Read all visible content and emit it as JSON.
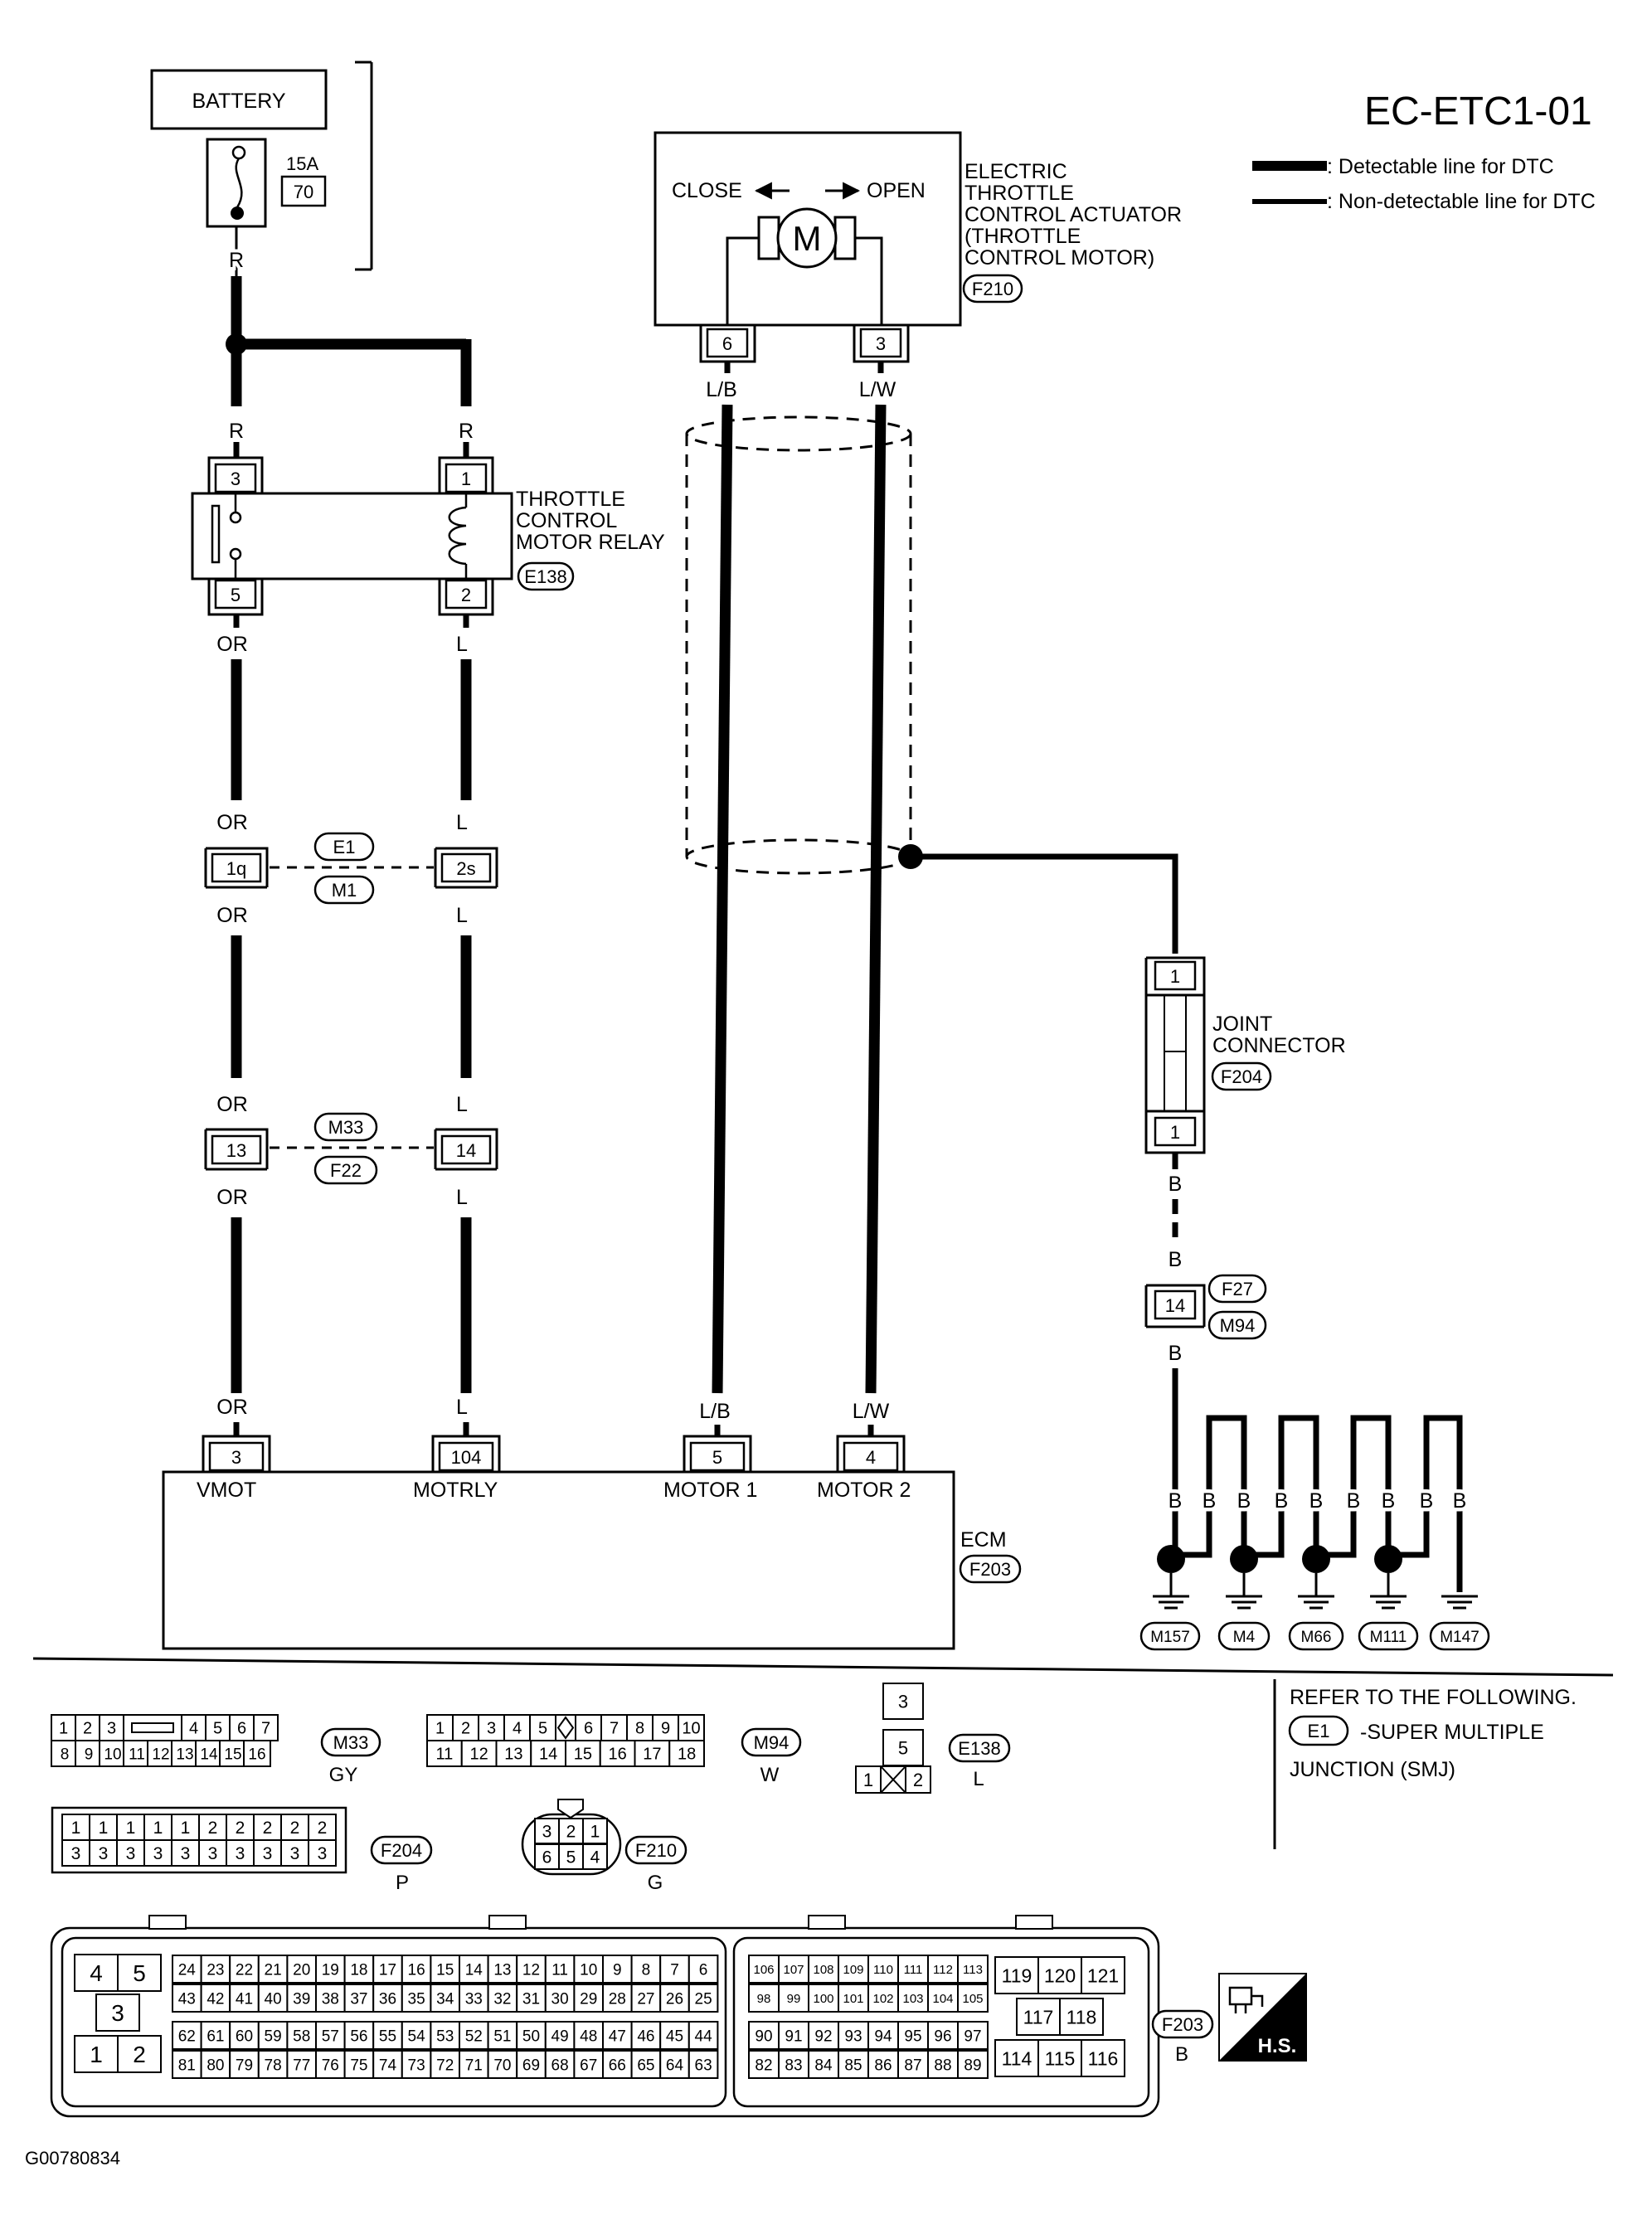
{
  "title": "EC-ETC1-01",
  "legend": {
    "detectable": ": Detectable line for DTC",
    "non_detectable": ": Non-detectable line for DTC"
  },
  "battery": {
    "label": "BATTERY",
    "fuse_rating": "15A",
    "fuse_number": "70"
  },
  "actuator": {
    "close": "CLOSE",
    "open": "OPEN",
    "motor_symbol": "M",
    "name_lines": [
      "ELECTRIC",
      "THROTTLE",
      "CONTROL ACTUATOR",
      "(THROTTLE",
      "CONTROL MOTOR)"
    ],
    "connector": "F210",
    "pins": [
      "6",
      "3"
    ]
  },
  "relay": {
    "name_lines": [
      "THROTTLE",
      "CONTROL",
      "MOTOR RELAY"
    ],
    "connector": "E138",
    "pins": {
      "top_left": "3",
      "top_right": "1",
      "bottom_left": "5",
      "bottom_right": "2"
    }
  },
  "wires": {
    "R": "R",
    "OR": "OR",
    "L": "L",
    "LB": "L/B",
    "LW": "L/W",
    "B": "B"
  },
  "smj1": {
    "top": "E1",
    "bottom": "M1",
    "pin_left": "1q",
    "pin_right": "2s"
  },
  "smj2": {
    "top": "M33",
    "bottom": "F22",
    "pin_left": "13",
    "pin_right": "14"
  },
  "joint": {
    "name_lines": [
      "JOINT",
      "CONNECTOR"
    ],
    "connector": "F204",
    "pin_top": "1",
    "pin_bottom": "1"
  },
  "f27": {
    "top": "F27",
    "bottom": "M94",
    "pin": "14"
  },
  "grounds": [
    "M157",
    "M4",
    "M66",
    "M111",
    "M147"
  ],
  "ecm": {
    "label": "ECM",
    "connector": "F203",
    "terminals": [
      {
        "pin": "3",
        "name": "VMOT"
      },
      {
        "pin": "104",
        "name": "MOTRLY"
      },
      {
        "pin": "5",
        "name": "MOTOR 1"
      },
      {
        "pin": "4",
        "name": "MOTOR 2"
      }
    ]
  },
  "refer": {
    "line1": "REFER TO THE FOLLOWING.",
    "tag": "E1",
    "line2": "-SUPER MULTIPLE",
    "line3": "JUNCTION (SMJ)"
  },
  "connector_views": {
    "m33": {
      "label": "M33",
      "color": "GY",
      "row1": [
        "1",
        "2",
        "3",
        "",
        "4",
        "5",
        "6",
        "7"
      ],
      "row2": [
        "8",
        "9",
        "10",
        "11",
        "12",
        "13",
        "14",
        "15",
        "16"
      ]
    },
    "m94": {
      "label": "M94",
      "color": "W",
      "row1": [
        "1",
        "2",
        "3",
        "4",
        "5",
        "",
        "6",
        "7",
        "8",
        "9",
        "10"
      ],
      "row2": [
        "11",
        "12",
        "13",
        "14",
        "15",
        "16",
        "17",
        "18"
      ]
    },
    "e138": {
      "label": "E138",
      "color": "L",
      "cells": [
        "3",
        "5",
        "1",
        "2"
      ]
    },
    "f204": {
      "label": "F204",
      "color": "P",
      "row1": [
        "1",
        "1",
        "1",
        "1",
        "1",
        "2",
        "2",
        "2",
        "2",
        "2"
      ],
      "row2": [
        "3",
        "3",
        "3",
        "3",
        "3",
        "3",
        "3",
        "3",
        "3",
        "3"
      ]
    },
    "f210": {
      "label": "F210",
      "color": "G",
      "row1": [
        "3",
        "2",
        "1"
      ],
      "row2": [
        "6",
        "5",
        "4"
      ]
    },
    "f203": {
      "label": "F203",
      "color": "B",
      "power_cells": [
        "4",
        "5",
        "3",
        "1",
        "2"
      ],
      "left_rows": [
        [
          "24",
          "23",
          "22",
          "21",
          "20",
          "19",
          "18",
          "17",
          "16",
          "15",
          "14",
          "13",
          "12",
          "11",
          "10",
          "9",
          "8",
          "7",
          "6"
        ],
        [
          "43",
          "42",
          "41",
          "40",
          "39",
          "38",
          "37",
          "36",
          "35",
          "34",
          "33",
          "32",
          "31",
          "30",
          "29",
          "28",
          "27",
          "26",
          "25"
        ],
        [
          "62",
          "61",
          "60",
          "59",
          "58",
          "57",
          "56",
          "55",
          "54",
          "53",
          "52",
          "51",
          "50",
          "49",
          "48",
          "47",
          "46",
          "45",
          "44"
        ],
        [
          "81",
          "80",
          "79",
          "78",
          "77",
          "76",
          "75",
          "74",
          "73",
          "72",
          "71",
          "70",
          "69",
          "68",
          "67",
          "66",
          "65",
          "64",
          "63"
        ]
      ],
      "mid_rows": [
        [
          "106",
          "107",
          "108",
          "109",
          "110",
          "111",
          "112",
          "113"
        ],
        [
          "98",
          "99",
          "100",
          "101",
          "102",
          "103",
          "104",
          "105"
        ],
        [
          "90",
          "91",
          "92",
          "93",
          "94",
          "95",
          "96",
          "97"
        ],
        [
          "82",
          "83",
          "84",
          "85",
          "86",
          "87",
          "88",
          "89"
        ]
      ],
      "right_rows": [
        [
          "119",
          "120",
          "121"
        ],
        [
          "117",
          "118"
        ],
        [
          "114",
          "115",
          "116"
        ]
      ]
    }
  },
  "hs_badge": "H.S.",
  "figure_code": "G00780834"
}
